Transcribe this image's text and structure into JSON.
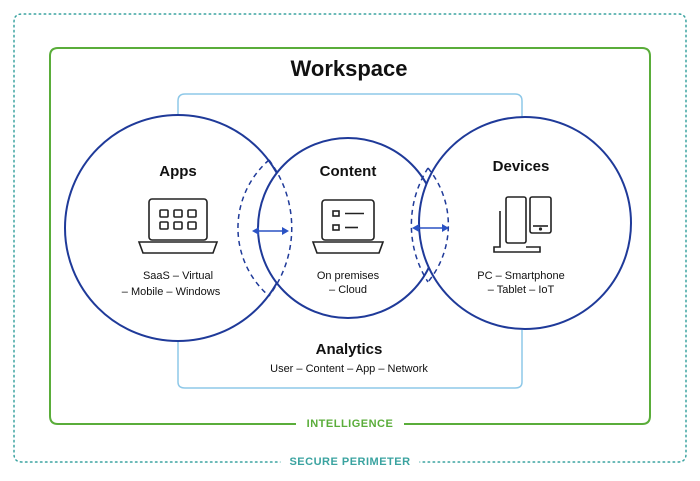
{
  "workspace_title": "Workspace",
  "circles": [
    {
      "title": "Apps",
      "line1": "SaaS – Virtual",
      "line2": "– Mobile – Windows",
      "icon": "app-grid-laptop-icon"
    },
    {
      "title": "Content",
      "line1": "On premises",
      "line2": "– Cloud",
      "icon": "document-list-laptop-icon"
    },
    {
      "title": "Devices",
      "line1": "PC – Smartphone",
      "line2": "– Tablet – IoT",
      "icon": "multi-device-icon"
    }
  ],
  "analytics": {
    "title": "Analytics",
    "subtitle": "User – Content – App – Network"
  },
  "intelligence_label": "INTELLIGENCE",
  "secure_perimeter_label": "SECURE PERIMETER",
  "colors": {
    "circle_stroke": "#1f3a99",
    "arrow": "#2a52c4",
    "connector": "#8ec8e8",
    "intelligence": "#5aad3a",
    "secure_perimeter": "#3aa3a0",
    "icon": "#222222"
  }
}
